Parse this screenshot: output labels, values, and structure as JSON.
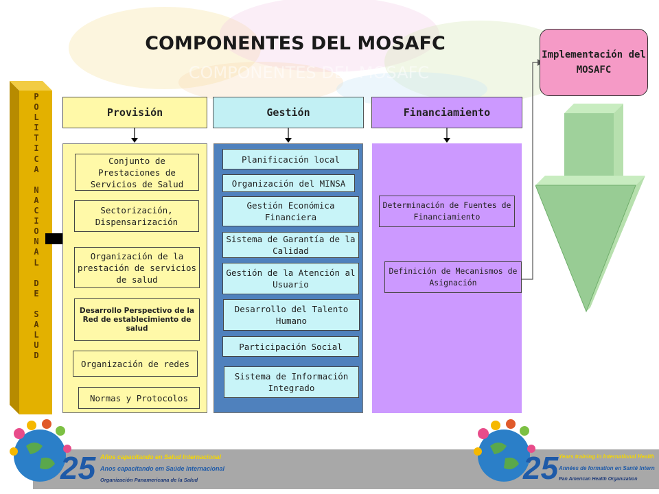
{
  "title": "COMPONENTES DEL MOSAFC",
  "title_echo": "COMPONENTES DEL MOSAFC",
  "vertical_label": "P\nO\nL\nI\nT\nI\nC\nA\n\nN\nA\nC\nI\nO\nN\nA\nL\n\nD\nE\n\nS\nA\nL\nU\nD",
  "implementation_box": "Implementación del MOSAFC",
  "columns": [
    {
      "header": "Provisión",
      "items": [
        "Conjunto de Prestaciones de Servicios de Salud",
        "Sectorización, Dispensarización",
        "Organización de la prestación de servicios de salud",
        "Desarrollo Perspectivo de la Red de establecimiento de salud",
        "Organización de redes",
        "Normas y Protocolos"
      ]
    },
    {
      "header": "Gestión",
      "items": [
        "Planificación local",
        "Organización del MINSA",
        "Gestión Económica Financiera",
        "Sistema de Garantía de la Calidad",
        "Gestión de la Atención al Usuario",
        "Desarrollo del Talento Humano",
        "Participación Social",
        "Sistema de Información Integrado"
      ]
    },
    {
      "header": "Financiamiento",
      "items": [
        "Determinación de Fuentes de Financiamiento",
        "Definición de Mecanismos de Asignación"
      ]
    }
  ],
  "footer": {
    "left": {
      "number": "25",
      "line1": "Años capacitando en Salud Internacional",
      "line2": "Anos capacitando em Saúde Internacional",
      "line3": "Organización Panamericana de la Salud"
    },
    "right": {
      "number": "25",
      "line1": "Years training in International Health",
      "line2": "Années de formation en Santé Internationale",
      "line3": "Pan American Health Organization"
    }
  },
  "colors": {
    "provision": "#fff9a8",
    "gestion_header": "#c2f0f4",
    "gestion_column": "#4f81bd",
    "gestion_item": "#c8f4f8",
    "financiamiento": "#cc99ff",
    "vertical_bar": "#e3b100",
    "implementation": "#f59ac6",
    "arrow": "#99cc99"
  },
  "icons": [
    "right-arrow-icon",
    "elbow-connector-arrow-icon",
    "down-arrow-icon",
    "globe-logo-icon"
  ]
}
